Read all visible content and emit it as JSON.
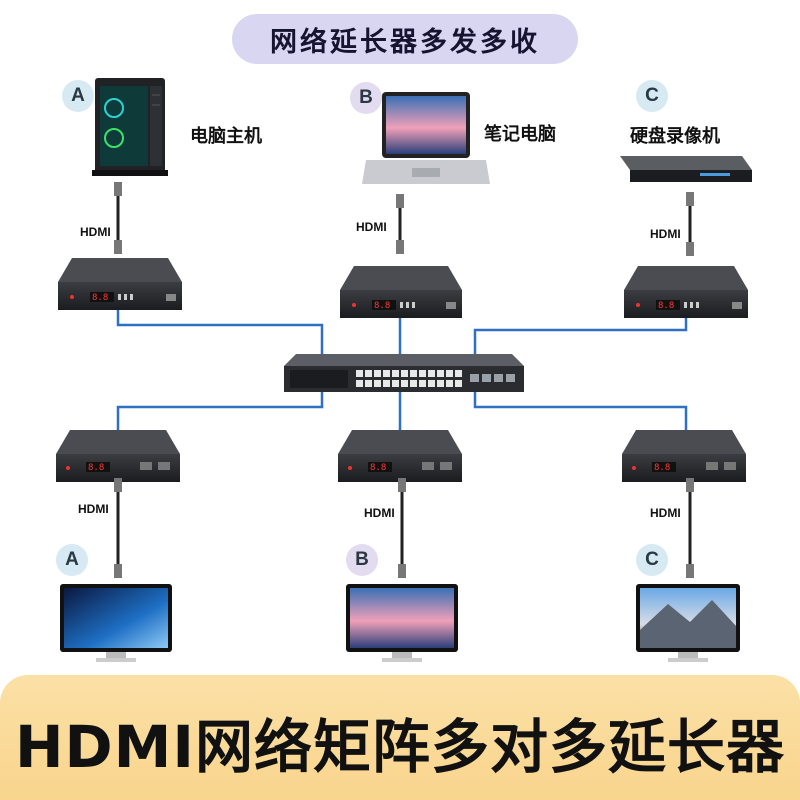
{
  "header": {
    "title": "网络延长器多发多收"
  },
  "sources": [
    {
      "badge": "A",
      "label": "电脑主机",
      "icon": "desktop-pc-icon"
    },
    {
      "badge": "B",
      "label": "笔记电脑",
      "icon": "laptop-icon"
    },
    {
      "badge": "C",
      "label": "硬盘录像机",
      "icon": "dvr-recorder-icon"
    }
  ],
  "displays": [
    {
      "badge": "A",
      "icon": "monitor-icon"
    },
    {
      "badge": "B",
      "icon": "monitor-icon"
    },
    {
      "badge": "C",
      "icon": "monitor-icon"
    }
  ],
  "cable_label": "HDMI",
  "footer": {
    "title": "HDMI网络矩阵多对多延长器"
  },
  "colors": {
    "network_line": "#2f6fc4",
    "pill_bg": "#d9d6f2",
    "footer_bg": "#f9d58d"
  }
}
